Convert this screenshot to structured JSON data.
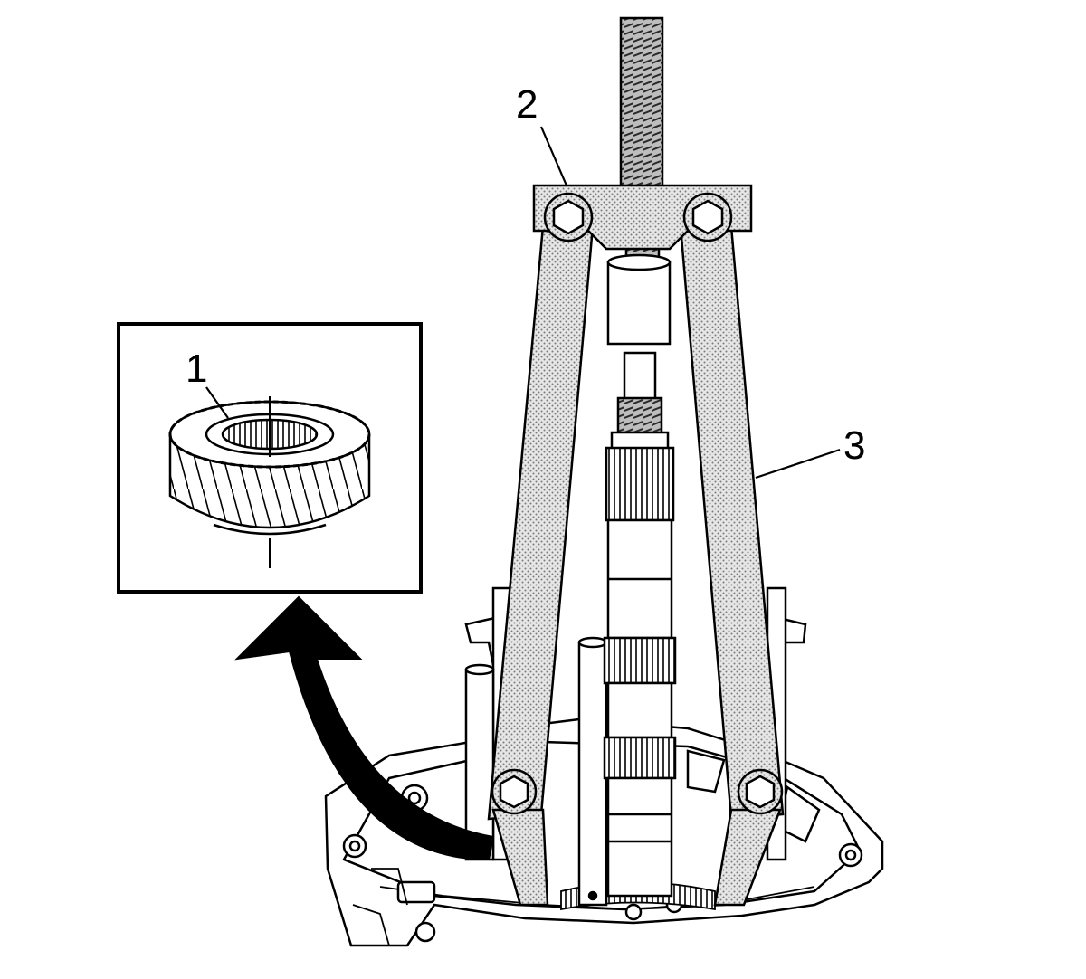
{
  "callouts": [
    {
      "id": "1",
      "label": "1"
    },
    {
      "id": "2",
      "label": "2"
    },
    {
      "id": "3",
      "label": "3"
    }
  ],
  "parts": {
    "gear": "helical-gear",
    "puller": "three-jaw-puller",
    "forcing_screw": "threaded-forcing-screw",
    "shaft": "mainshaft",
    "housing": "transmission-case",
    "arrow": "removal-direction-arrow"
  },
  "colors": {
    "line": "#000000",
    "fill": "#ffffff",
    "hatch": "#9a9a9a"
  }
}
